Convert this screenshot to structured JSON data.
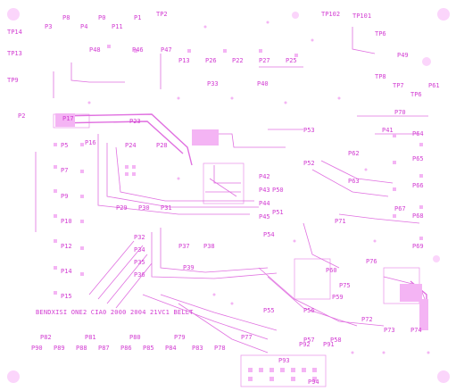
{
  "labels_top": [
    "TP102",
    "TP101",
    "TP2",
    "P8",
    "P0",
    "P1",
    "P3",
    "P4",
    "TP6",
    "P11",
    "P13",
    "P22",
    "P25",
    "P26",
    "P27",
    "P33",
    "P40",
    "P46",
    "P47",
    "P48",
    "P49",
    "P61"
  ],
  "labels_left": [
    "TP14",
    "TP13",
    "TP9",
    "P2",
    "P5",
    "P7",
    "P9",
    "P10",
    "P12",
    "P14",
    "P15",
    "P16",
    "P17"
  ],
  "labels_middle": [
    "P23",
    "P24",
    "P28",
    "P29",
    "P30",
    "P31",
    "P32",
    "P34",
    "P35",
    "P36",
    "P37",
    "P38",
    "P39",
    "P42",
    "P43",
    "P44",
    "P45",
    "P50",
    "P51",
    "P52",
    "P53",
    "P54",
    "P55",
    "P56",
    "P57",
    "P58",
    "P59",
    "P60"
  ],
  "labels_right": [
    "TP8",
    "TP7",
    "TP6",
    "P41",
    "P62",
    "P63",
    "P64",
    "P65",
    "P66",
    "P67",
    "P68",
    "P69",
    "P70",
    "P71",
    "P72",
    "P73",
    "P74",
    "P75",
    "P76"
  ],
  "labels_bottom": [
    "P90",
    "P89",
    "P88",
    "P87",
    "P86",
    "P85",
    "P84",
    "P83",
    "P82",
    "P81",
    "P80",
    "P79",
    "P78",
    "P77",
    "P92",
    "P91",
    "P93",
    "P94"
  ],
  "banner": "BENDXISI ONE2 CIA0 2000 2004 21VC1 BELLT"
}
